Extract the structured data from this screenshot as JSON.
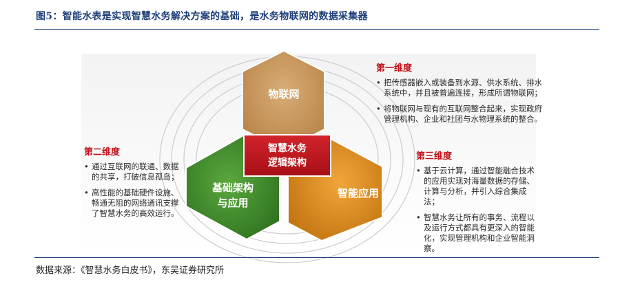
{
  "figure": {
    "title": "图5：智能水表是实现智慧水务解决方案的基础，是水务物联网的数据采集器",
    "source": "数据来源：《智慧水务白皮书》，东吴证券研究所"
  },
  "diagram": {
    "center": {
      "line1": "智慧水务",
      "line2": "逻辑架构"
    },
    "hexagons": {
      "top": {
        "label": "物联网"
      },
      "left": {
        "line1": "基础架构",
        "line2": "与应用"
      },
      "right": {
        "label": "智能应用"
      }
    }
  },
  "dimensions": {
    "first": {
      "title": "第一维度",
      "bullets": [
        "把传感器嵌入或装备到水源、供水系统、排水系统中，并且被普遍连接，形成所谓物联网；",
        "将物联网与现有的互联网整合起来，实现政府管理机构、企业和社团与水物理系统的整合。"
      ]
    },
    "second": {
      "title": "第二维度",
      "bullets": [
        "通过互联网的联通、数据的共享，打破信息孤岛；",
        "高性能的基础硬件设施、畅通无阻的网络通讯支撑了智慧水务的高效运行。"
      ]
    },
    "third": {
      "title": "第三维度",
      "bullets": [
        "基于云计算，通过智能融合技术的应用实现对海量数据的存储、计算与分析，并引入综合集成法；",
        "智慧水务让所有的事务、流程以及运行方式都具有更深入的智能化，实现管理机构和企业智能洞察。"
      ]
    }
  },
  "colors": {
    "title_blue": "#1f3f7a",
    "red": "#c0121c",
    "tan": "#c9975e",
    "green": "#3f8a2c",
    "orange": "#d98a1c"
  }
}
